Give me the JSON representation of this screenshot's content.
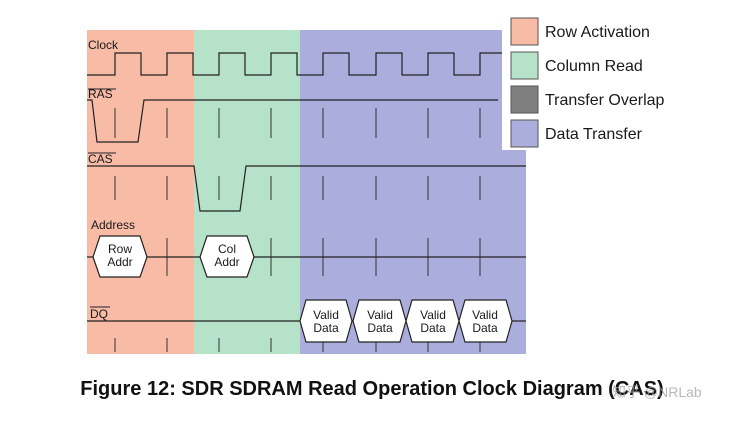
{
  "colors": {
    "row_activation": "#F8BBA6",
    "column_read": "#B5E2C8",
    "transfer_overlap": "#7F7F7F",
    "data_transfer": "#ABAEDC"
  },
  "signals": {
    "clock": "Clock",
    "ras": "RAS",
    "cas": "CAS",
    "address": "Address",
    "dq": "DQ"
  },
  "address_boxes": [
    {
      "line1": "Row",
      "line2": "Addr"
    },
    {
      "line1": "Col",
      "line2": "Addr"
    }
  ],
  "data_boxes": [
    {
      "line1": "Valid",
      "line2": "Data"
    },
    {
      "line1": "Valid",
      "line2": "Data"
    },
    {
      "line1": "Valid",
      "line2": "Data"
    },
    {
      "line1": "Valid",
      "line2": "Data"
    }
  ],
  "legend": [
    {
      "label": "Row Activation",
      "color": "#F8BBA6"
    },
    {
      "label": "Column Read",
      "color": "#B5E2C8"
    },
    {
      "label": "Transfer Overlap",
      "color": "#7F7F7F"
    },
    {
      "label": "Data Transfer",
      "color": "#ABAEDC"
    }
  ],
  "caption": "Figure 12: SDR SDRAM Read Operation Clock Diagram (CAS)",
  "watermark": "知乎 @NRLab"
}
